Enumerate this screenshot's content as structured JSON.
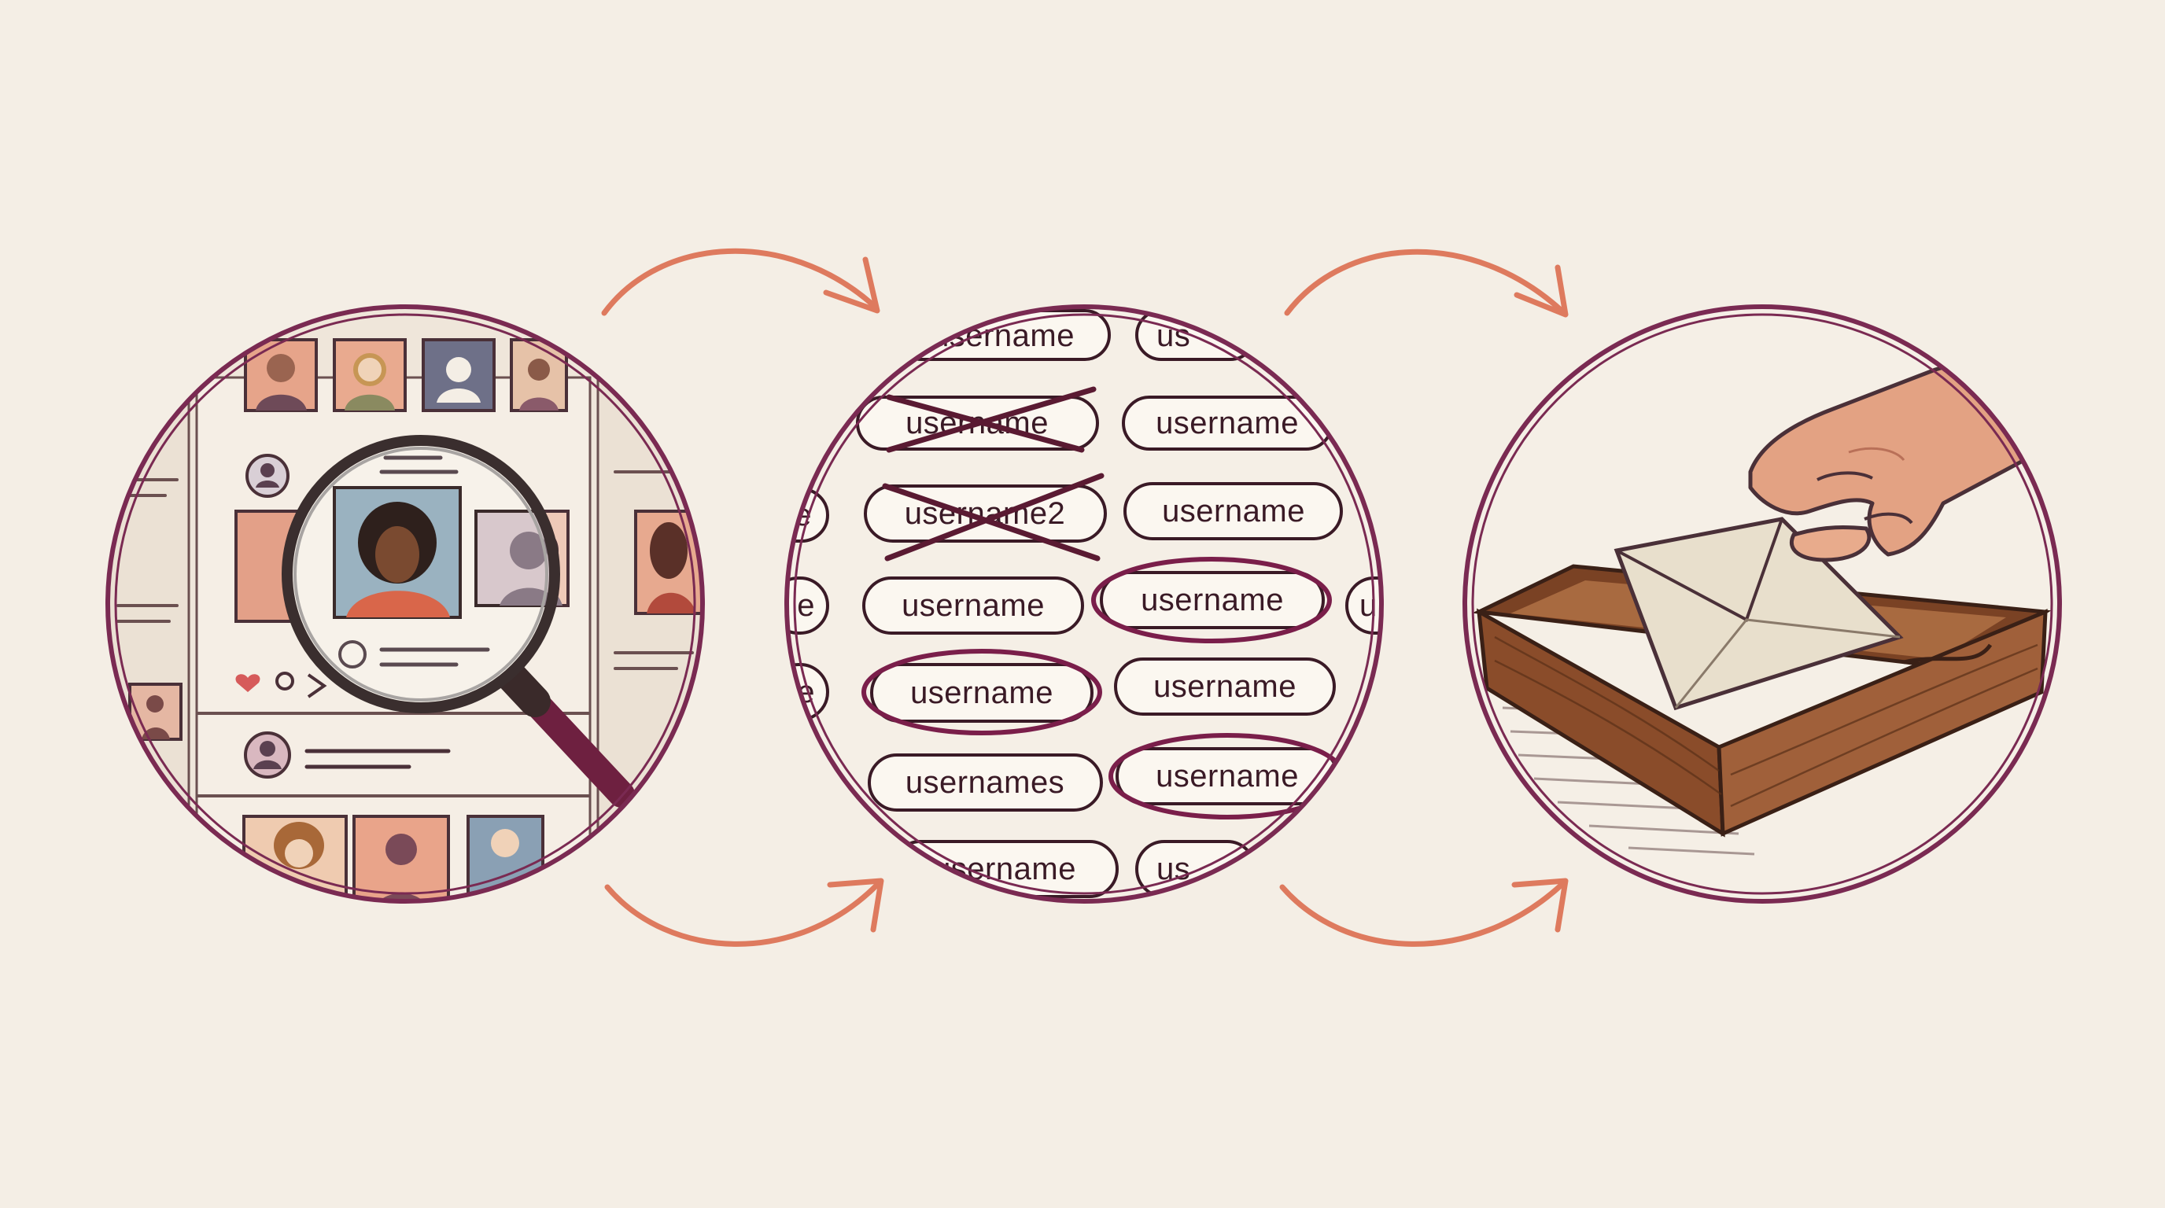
{
  "palette": {
    "background": "#f4eee5",
    "ring": "#7a2a52",
    "arrow": "#de7a5e",
    "wood": "#9b5a36",
    "skin": "#e3a283",
    "envelope": "#ece4d3"
  },
  "steps": [
    {
      "icon": "magnifier-over-social-feed-icon"
    },
    {
      "icon": "username-list-icon"
    },
    {
      "icon": "envelope-into-tray-icon"
    }
  ],
  "usernames": {
    "row0": [
      "username",
      "us"
    ],
    "row1": [
      "username",
      "username"
    ],
    "row2": [
      "e",
      "username2",
      "username"
    ],
    "row3": [
      "e",
      "username",
      "username",
      "u"
    ],
    "row4": [
      "e",
      "username",
      "username"
    ],
    "row5": [
      "usernames",
      "username"
    ],
    "row6": [
      "username",
      "us"
    ]
  }
}
